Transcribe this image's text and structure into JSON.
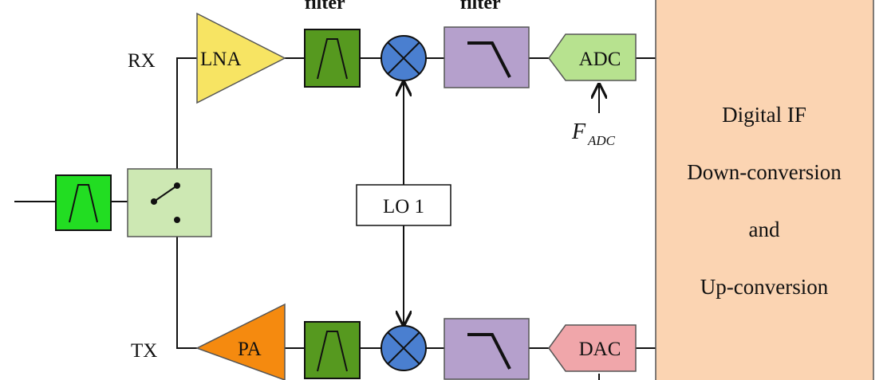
{
  "labels": {
    "rx": "RX",
    "tx": "TX",
    "lna": "LNA",
    "pa": "PA",
    "adc": "ADC",
    "dac": "DAC",
    "lo1": "LO 1",
    "filter_header_1": "filter",
    "filter_header_2": "filter",
    "fadc_symbol": "F",
    "fadc_subscript": "ADC"
  },
  "panel": {
    "line1": "Digital IF",
    "line2": "Down-conversion",
    "line3": "and",
    "line4": "Up-conversion"
  },
  "colors": {
    "lna": "#f7e463",
    "pa": "#f58a0f",
    "bandpass_dark": "#56991f",
    "bandpass_bright": "#22dd22",
    "switch_box": "#cde8b3",
    "mixer": "#4a7fd0",
    "lowpass": "#b5a0cc",
    "adc": "#b7e28f",
    "dac": "#f0a6aa",
    "panel": "#fbd4b2",
    "lo": "#ffffff"
  },
  "icons": {
    "mixer": "mixer-x-icon",
    "bandpass": "bandpass-filter-icon",
    "lowpass": "lowpass-filter-icon",
    "switch": "rf-switch-icon"
  }
}
